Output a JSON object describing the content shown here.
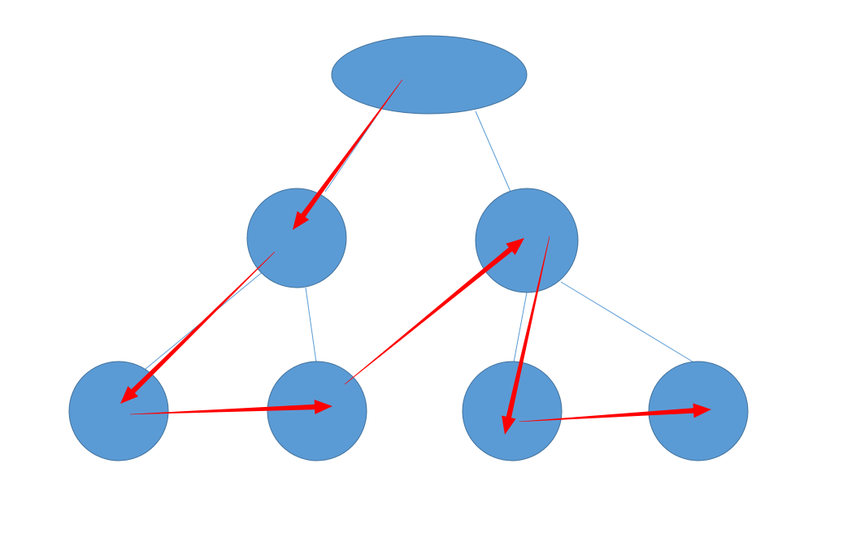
{
  "colors": {
    "background": "#ffffff",
    "node_fill": "#5b9bd5",
    "node_stroke": "#41719c",
    "edge": "#5b9bd5",
    "arrow": "#ff0000"
  },
  "nodes": [
    {
      "id": "root",
      "shape": "ellipse"
    },
    {
      "id": "left-child",
      "shape": "circle"
    },
    {
      "id": "right-child",
      "shape": "circle"
    },
    {
      "id": "leaf-1",
      "shape": "circle"
    },
    {
      "id": "leaf-2",
      "shape": "circle"
    },
    {
      "id": "leaf-3",
      "shape": "circle"
    },
    {
      "id": "leaf-4",
      "shape": "circle"
    }
  ],
  "edges": [
    {
      "from": "root",
      "to": "left-child"
    },
    {
      "from": "root",
      "to": "right-child"
    },
    {
      "from": "left-child",
      "to": "leaf-1"
    },
    {
      "from": "left-child",
      "to": "leaf-2"
    },
    {
      "from": "right-child",
      "to": "leaf-3"
    },
    {
      "from": "right-child",
      "to": "leaf-4"
    }
  ],
  "traversal_arrows": [
    {
      "from": "root",
      "to": "left-child"
    },
    {
      "from": "left-child",
      "to": "leaf-1"
    },
    {
      "from": "leaf-1",
      "to": "leaf-2"
    },
    {
      "from": "leaf-2",
      "to": "right-child"
    },
    {
      "from": "right-child",
      "to": "leaf-3"
    },
    {
      "from": "leaf-3",
      "to": "leaf-4"
    }
  ]
}
